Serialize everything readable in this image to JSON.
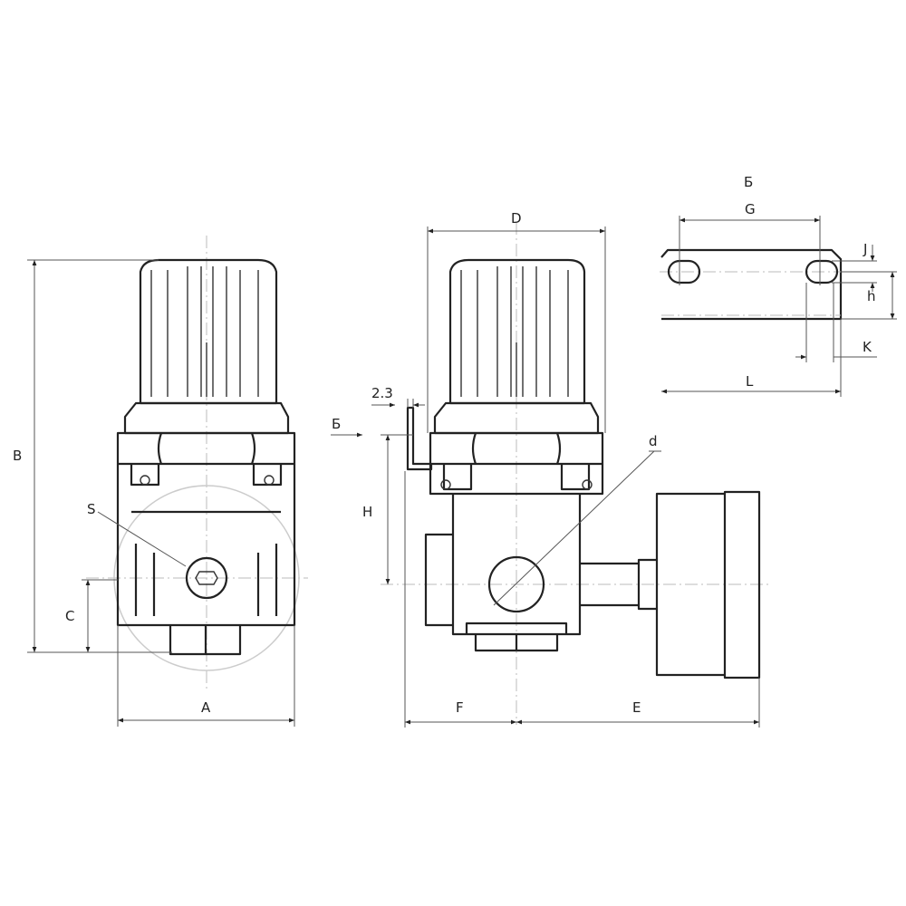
{
  "labels": {
    "B": "B",
    "S": "S",
    "C": "C",
    "A": "A",
    "D": "D",
    "thickness": "2.3",
    "view_arrow": "Б",
    "H": "H",
    "d": "d",
    "F": "F",
    "E": "E",
    "bracket_view": "Б",
    "G": "G",
    "J": "J",
    "h": "h",
    "K": "K",
    "L": "L"
  }
}
